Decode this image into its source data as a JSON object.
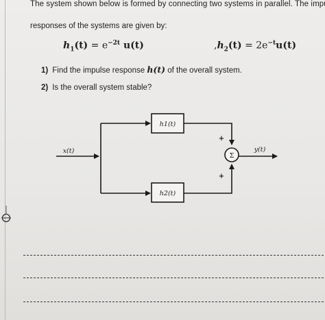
{
  "intro_line1": "The system shown below is formed by connecting two systems in parallel. The impulse",
  "intro_line2": "responses of the systems are given by:",
  "eq1": {
    "lhs": "h",
    "sub": "1",
    "arg": "(t)",
    "eqsign": " = ",
    "base": "e",
    "exp": "−2t",
    "tail": " u(t)"
  },
  "eq2": {
    "prefix": ",",
    "lhs": "h",
    "sub": "2",
    "arg": "(t)",
    "eqsign": " = ",
    "base": "2e",
    "exp": "−t",
    "tail": "u(t)"
  },
  "questions": [
    {
      "num": "1)",
      "before": "Find the impulse response ",
      "math": "h(t)",
      "after": " of the overall system."
    },
    {
      "num": "2)",
      "text": "Is the overall system stable?"
    }
  ],
  "diagram": {
    "input_label": "x(t)",
    "output_label": "y(t)",
    "block1_label": "h1(t)",
    "block2_label": "h2(t)",
    "sum_symbol": "Σ",
    "plus_top": "+",
    "plus_bottom": "+"
  }
}
